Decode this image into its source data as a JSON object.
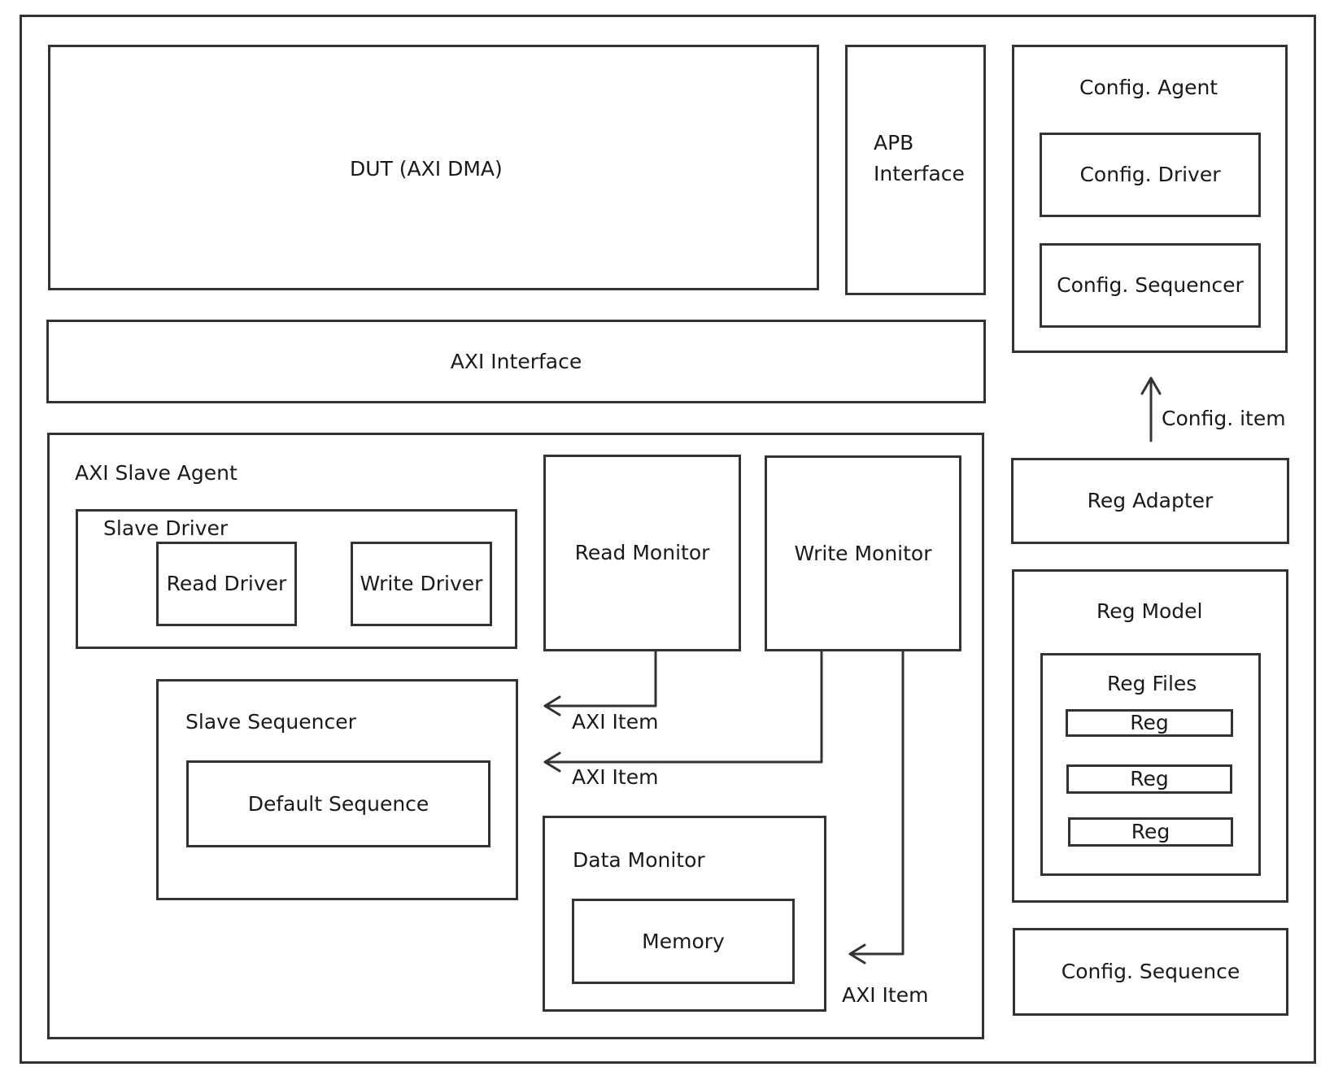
{
  "dut": {
    "label": "DUT (AXI DMA)"
  },
  "apb_interface": {
    "label_line1": "APB",
    "label_line2": "Interface"
  },
  "axi_interface": {
    "label": "AXI Interface"
  },
  "config_agent": {
    "label": "Config. Agent",
    "driver": "Config. Driver",
    "sequencer": "Config. Sequencer"
  },
  "config_item_label": "Config. item",
  "reg_adapter": {
    "label": "Reg Adapter"
  },
  "reg_model": {
    "label": "Reg Model",
    "reg_files": {
      "label": "Reg Files",
      "regs": [
        "Reg",
        "Reg",
        "Reg"
      ]
    }
  },
  "config_sequence": {
    "label": "Config. Sequence"
  },
  "axi_slave_agent": {
    "label": "AXI Slave Agent",
    "slave_driver": {
      "label": "Slave Driver",
      "read_driver": "Read Driver",
      "write_driver": "Write Driver"
    },
    "read_monitor": "Read Monitor",
    "write_monitor": "Write Monitor",
    "slave_sequencer": {
      "label": "Slave Sequencer",
      "default_sequence": "Default Sequence"
    },
    "data_monitor": {
      "label": "Data Monitor",
      "memory": "Memory"
    },
    "axi_item_labels": [
      "AXI Item",
      "AXI Item",
      "AXI Item"
    ]
  }
}
